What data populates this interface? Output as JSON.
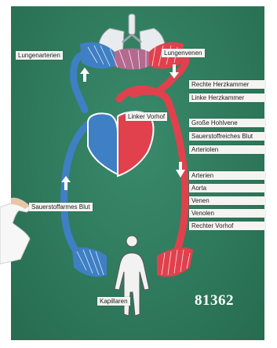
{
  "diagram": {
    "code_number": "81362",
    "labels": {
      "lungenarterien": "Lungenarterien",
      "lungenvenen": "Lungenvenen",
      "linker_vorhof": "Linker Vorhof",
      "sauerstoffarmes_blut": "Sauerstoffarmes Blut",
      "kapillaren": "Kapillaren"
    },
    "word_bank_top": [
      "Rechte Herzkammer",
      "Linke Herzkammer"
    ],
    "word_bank_middle": [
      "Große Hohlvene",
      "Sauerstoffreiches Blut",
      "Arteriolen"
    ],
    "word_bank_bottom": [
      "Arterien",
      "Aorta",
      "Venen",
      "Venolen",
      "Rechter Vorhof"
    ],
    "colors": {
      "board": "#2f7a5e",
      "oxygen_poor": "#3f7fc4",
      "oxygen_rich": "#e0414d",
      "label_card": "#f4f4f2",
      "code_text": "#ffffff"
    }
  }
}
